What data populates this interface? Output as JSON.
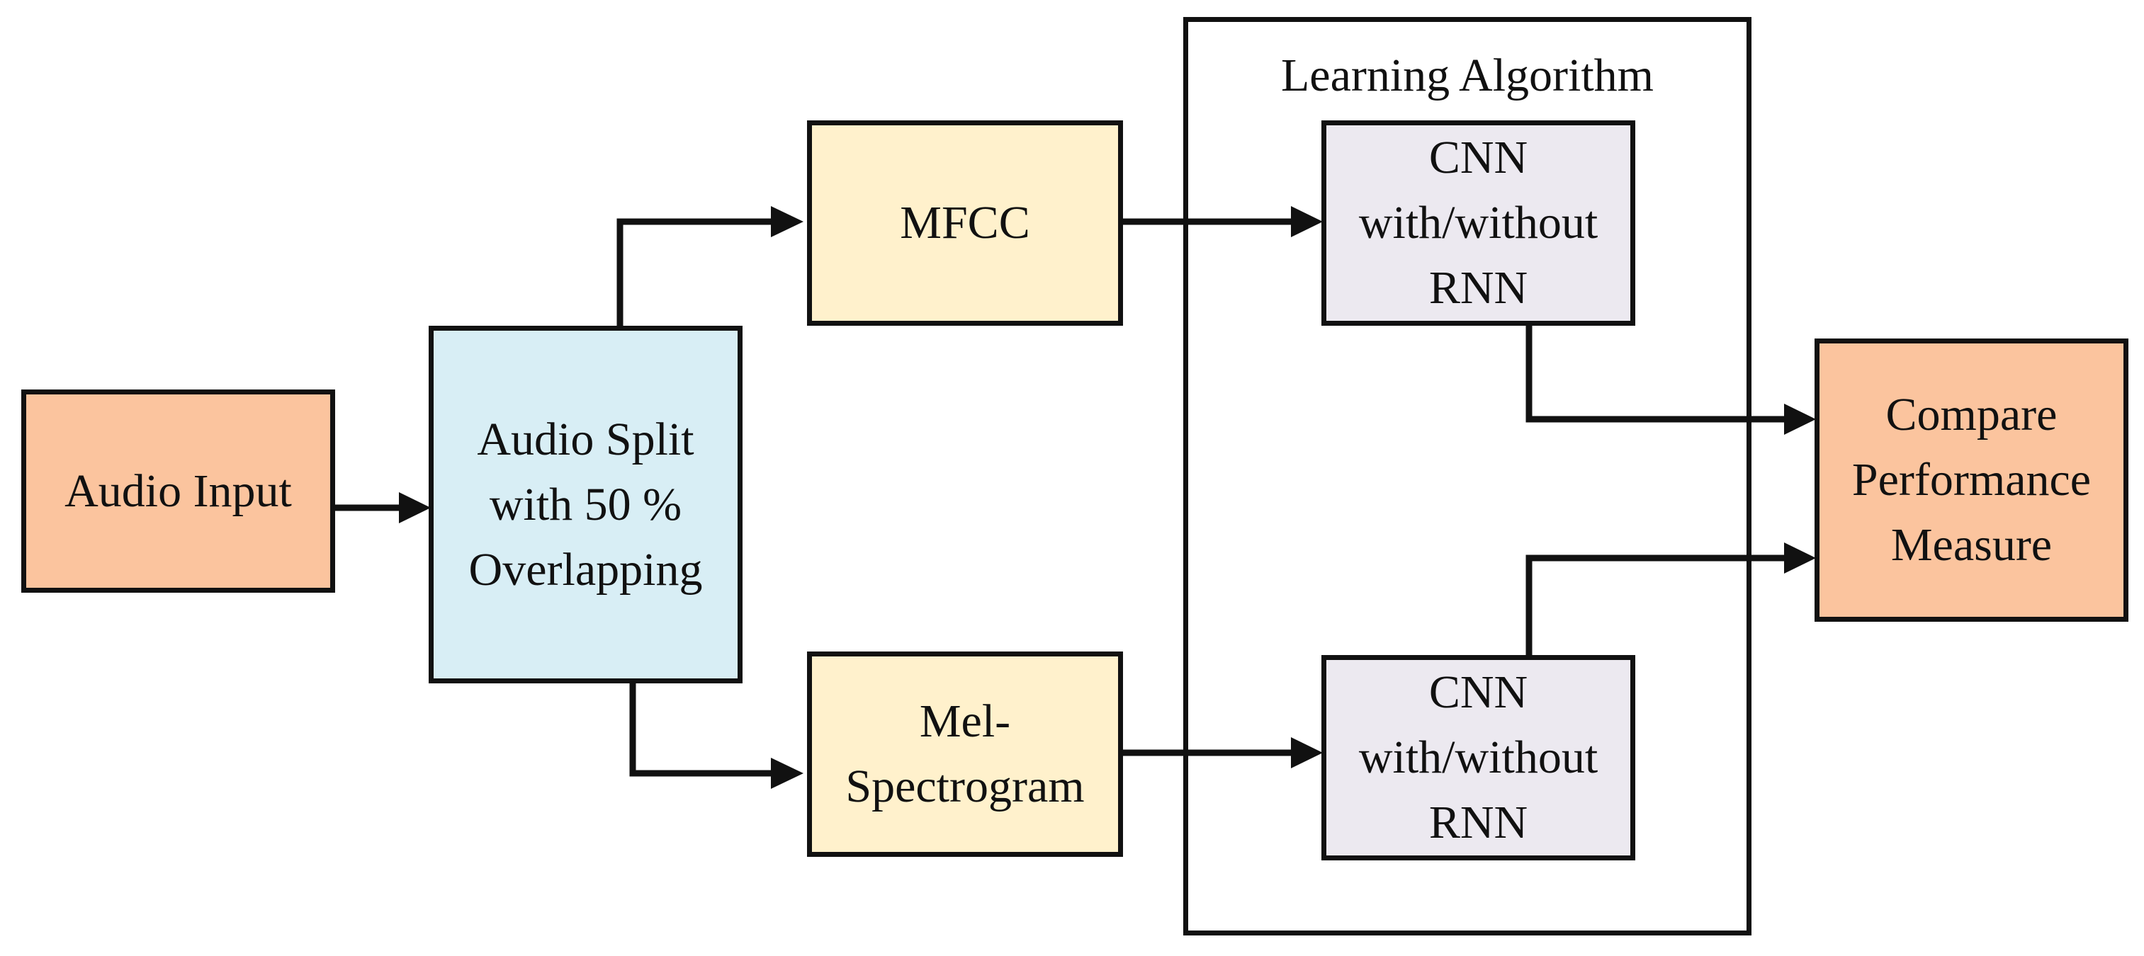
{
  "colors": {
    "audio_input": "#FBC49E",
    "audio_split": "#D8EEF5",
    "feature": "#FFF1CC",
    "model": "#ECE9F0",
    "compare": "#FBC49E",
    "stroke": "#111111"
  },
  "container": {
    "title": "Learning Algorithm"
  },
  "nodes": {
    "audio_input": "Audio Input",
    "audio_split": "Audio Split\nwith 50 %\nOverlapping",
    "mfcc": "MFCC",
    "mel": "Mel-\nSpectrogram",
    "cnn_top": "CNN\nwith/without\nRNN",
    "cnn_bottom": "CNN\nwith/without\nRNN",
    "compare": "Compare\nPerformance\nMeasure"
  }
}
